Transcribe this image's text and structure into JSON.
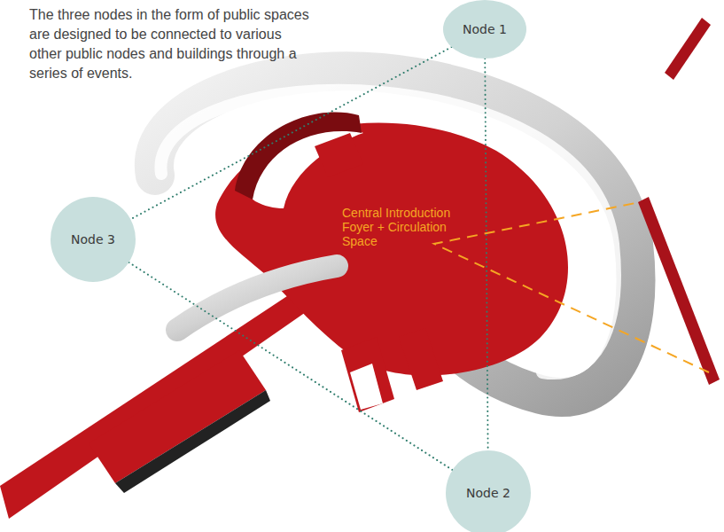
{
  "diagram": {
    "caption": "The three nodes in the form of public spaces are designed to be connected to various other public nodes and buildings through a series of events.",
    "nodes": [
      {
        "text": [
          "Node 1"
        ]
      },
      {
        "text": [
          "Node 3"
        ]
      },
      {
        "text": [
          "Node 2"
        ]
      }
    ],
    "edges": [
      {
        "from": 0,
        "to": 1,
        "arrow": "none"
      },
      {
        "from": 0,
        "to": 2,
        "arrow": "none"
      },
      {
        "from": 1,
        "to": 2,
        "arrow": "none"
      }
    ],
    "labels": [
      "Central Introduction Foyer + Circulation Space"
    ]
  }
}
